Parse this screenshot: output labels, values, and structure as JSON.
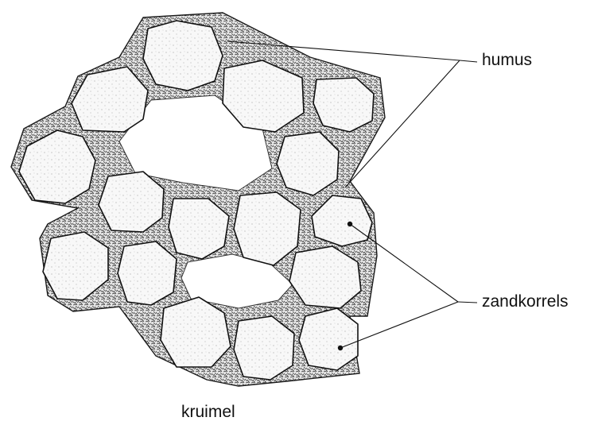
{
  "labels": {
    "humus": "humus",
    "sand_grains": "zandkorrels",
    "crumb": "kruimel"
  },
  "colors": {
    "ink": "#111111",
    "humus_fill": "#e2e2e2",
    "grain_fill": "#f8f8f8",
    "pore_fill": "#ffffff"
  }
}
